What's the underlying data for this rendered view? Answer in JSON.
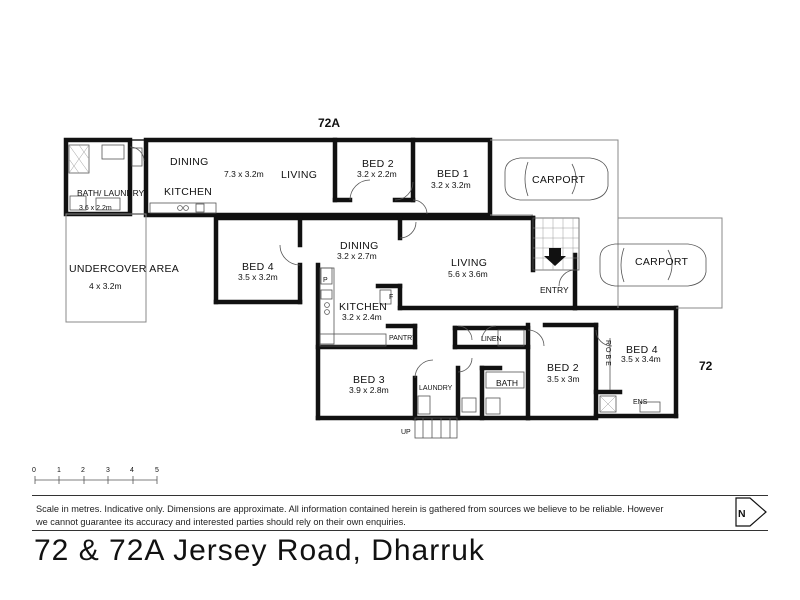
{
  "headers": {
    "unit_72a": "72A",
    "unit_72": "72"
  },
  "rooms_72a": [
    {
      "name": "DINING",
      "dims": ""
    },
    {
      "name": "LIVING",
      "dims": "7.3 x 3.2m"
    },
    {
      "name": "KITCHEN",
      "dims": ""
    },
    {
      "name": "BED 2",
      "dims": "3.2 x 2.2m"
    },
    {
      "name": "BED 1",
      "dims": "3.2 x 3.2m"
    },
    {
      "name": "BATH/ LAUNDRY",
      "dims": "3.6 x 2.2m"
    },
    {
      "name": "UNDERCOVER AREA",
      "dims": "4 x 3.2m"
    },
    {
      "name": "CARPORT",
      "dims": ""
    }
  ],
  "rooms_72": [
    {
      "name": "DINING",
      "dims": "3.2 x 2.7m"
    },
    {
      "name": "LIVING",
      "dims": "5.6 x 3.6m"
    },
    {
      "name": "BED 4",
      "dims": "3.5 x 3.2m"
    },
    {
      "name": "KITCHEN",
      "dims": "3.2 x 2.4m"
    },
    {
      "name": "ENTRY",
      "dims": ""
    },
    {
      "name": "CARPORT",
      "dims": ""
    },
    {
      "name": "BED 4",
      "dims": "3.5 x 3.4m"
    },
    {
      "name": "BED 2",
      "dims": "3.5 x 3m"
    },
    {
      "name": "BED 3",
      "dims": "3.9 x 2.8m"
    },
    {
      "name": "LAUNDRY",
      "dims": ""
    },
    {
      "name": "BATH",
      "dims": ""
    },
    {
      "name": "LINEN",
      "dims": ""
    },
    {
      "name": "PANTRY",
      "dims": ""
    },
    {
      "name": "ENS",
      "dims": ""
    }
  ],
  "small_labels": {
    "robe": "ROBE",
    "pantry_p": "P",
    "fridge_f": "F",
    "up": "UP"
  },
  "scale": {
    "ticks": [
      "0",
      "1",
      "2",
      "3",
      "4",
      "5"
    ]
  },
  "compass": {
    "label": "N"
  },
  "disclaimer": "Scale in metres. Indicative only. Dimensions are approximate. All information contained herein is gathered from sources we believe to be reliable. However we cannot guarantee its accuracy and interested parties should rely on their own enquiries.",
  "address": "72 & 72A Jersey Road, Dharruk"
}
